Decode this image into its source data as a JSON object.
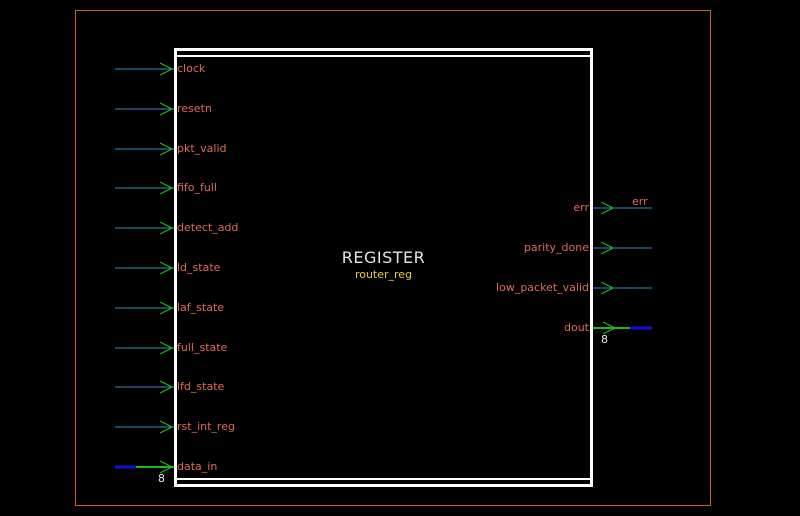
{
  "block": {
    "title": "REGISTER",
    "instance": "router_reg"
  },
  "inputs": [
    {
      "label": "clock",
      "bus": false
    },
    {
      "label": "resetn",
      "bus": false
    },
    {
      "label": "pkt_valid",
      "bus": false
    },
    {
      "label": "fifo_full",
      "bus": false
    },
    {
      "label": "detect_add",
      "bus": false
    },
    {
      "label": "ld_state",
      "bus": false
    },
    {
      "label": "laf_state",
      "bus": false
    },
    {
      "label": "full_state",
      "bus": false
    },
    {
      "label": "lfd_state",
      "bus": false
    },
    {
      "label": "rst_int_reg",
      "bus": false
    },
    {
      "label": "data_in",
      "bus": true,
      "width": "8"
    }
  ],
  "outputs": [
    {
      "label": "err",
      "bus": false,
      "net": "err"
    },
    {
      "label": "parity_done",
      "bus": false
    },
    {
      "label": "low_packet_valid",
      "bus": false
    },
    {
      "label": "dout",
      "bus": true,
      "width": "8"
    }
  ],
  "colors": {
    "frame": "#c8621e",
    "wire": "#2a8fc2",
    "bus_wire": "#1010e0",
    "arrow": "#1cb81c",
    "pin_label": "#e06a58",
    "block_border": "#ffffff",
    "title": "#e6e6e6",
    "instance": "#e8c93a"
  }
}
